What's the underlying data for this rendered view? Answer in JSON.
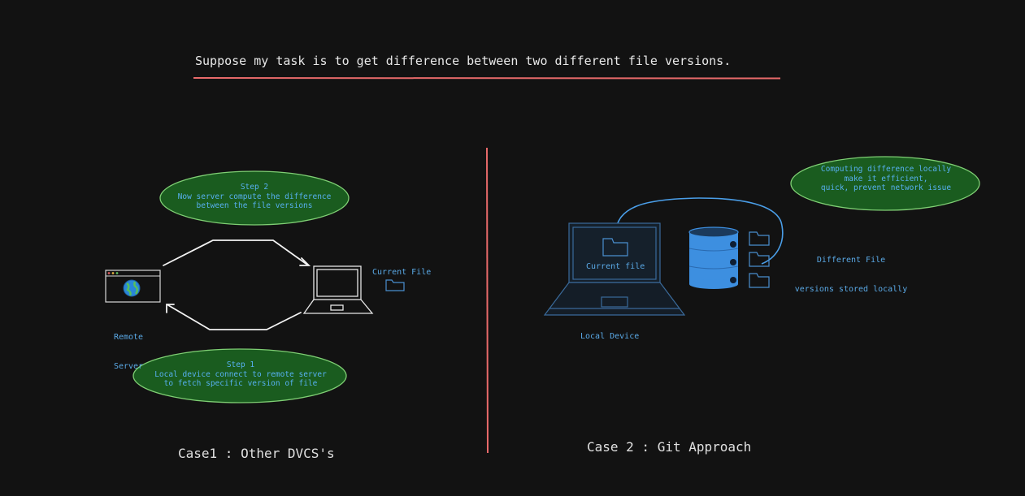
{
  "title": "Suppose my task is to get difference between two different file versions.",
  "case1": {
    "label": "Case1 : Other DVCS's",
    "step2": {
      "title": "Step 2",
      "line1": "Now server compute the difference",
      "line2": "between the file versions"
    },
    "step1": {
      "title": "Step 1",
      "line1": "Local device connect to remote server",
      "line2": "to fetch specific version of file"
    },
    "remote_server": {
      "line1": "Remote",
      "line2": "Server"
    },
    "current_file": "Current File"
  },
  "case2": {
    "label": "Case 2 : Git Approach",
    "current_file": "Current file",
    "local_device": "Local Device",
    "bubble": {
      "line1": "Computing difference locally",
      "line2": "make it efficient,",
      "line3": "quick, prevent network issue"
    },
    "stored": {
      "line1": "Different File",
      "line2": "versions stored locally"
    }
  },
  "colors": {
    "bubble_fill": "#1a5c1f",
    "bubble_stroke": "#7fcf74",
    "divider": "#e96a6a",
    "accent_blue": "#5aa9e6",
    "db_blue": "#3d8fe0"
  }
}
